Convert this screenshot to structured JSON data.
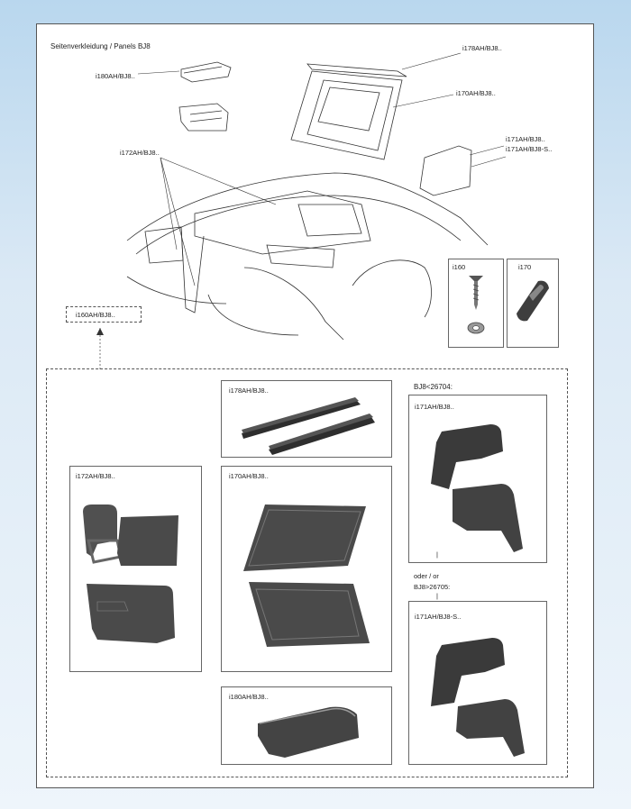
{
  "title": "Seitenverkleidung / Panels BJ8",
  "callouts": {
    "i178": "i178AH/BJ8..",
    "i180": "i180AH/BJ8..",
    "i170": "i170AH/BJ8..",
    "i172": "i172AH/BJ8..",
    "i171": "i171AH/BJ8..",
    "i171s": "i171AH/BJ8-S..",
    "i160ah": "i160AH/BJ8.."
  },
  "hardware": {
    "i160": "i160",
    "i170": "i170"
  },
  "boxes": {
    "i178": "i178AH/BJ8..",
    "i170": "i170AH/BJ8..",
    "i172": "i172AH/BJ8..",
    "i180": "i180AH/BJ8..",
    "i171": "i171AH/BJ8..",
    "i171s": "i171AH/BJ8-S.."
  },
  "notes": {
    "before": "BJ8<26704:",
    "or": "oder / or",
    "after": "BJ8>26705:"
  },
  "colors": {
    "panel": "#4a4a4a",
    "panel_dark": "#2e2e2e",
    "background": "#c6ddf0"
  }
}
